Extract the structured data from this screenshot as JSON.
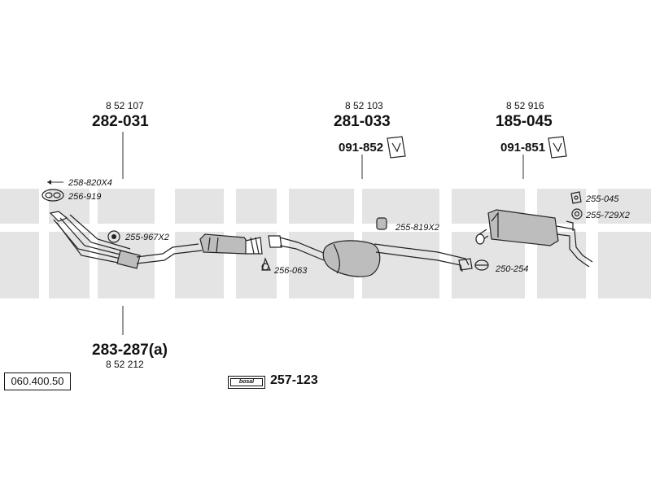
{
  "diagram": {
    "reference_number": "060.400.50",
    "watermark_text": "bosal",
    "kit": {
      "brand_badge": "bosal",
      "number": "257-123"
    },
    "sections": [
      {
        "id": "front",
        "part_number": "282-031",
        "oe_number": "8 52 107"
      },
      {
        "id": "center",
        "part_number": "281-033",
        "oe_number": "8 52 103",
        "hanger": "091-852"
      },
      {
        "id": "rear",
        "part_number": "185-045",
        "oe_number": "8 52 916",
        "hanger": "091-851"
      },
      {
        "id": "downpipe",
        "part_number": "283-287(a)",
        "oe_number": "8 52 212"
      }
    ],
    "accessories": [
      {
        "id": "bolt",
        "code": "258-820X4"
      },
      {
        "id": "gasket-front",
        "code": "256-919"
      },
      {
        "id": "ring-front",
        "code": "255-967X2"
      },
      {
        "id": "gasket-cat",
        "code": "256-063"
      },
      {
        "id": "rubber-mount",
        "code": "255-819X2"
      },
      {
        "id": "clamp",
        "code": "250-254"
      },
      {
        "id": "bracket-rear",
        "code": "255-045"
      },
      {
        "id": "ring-rear",
        "code": "255-729X2"
      }
    ]
  },
  "colors": {
    "watermark": "#e4e4e4",
    "line": "#222222",
    "muffler_fill": "#bdbdbd",
    "background": "#ffffff"
  }
}
